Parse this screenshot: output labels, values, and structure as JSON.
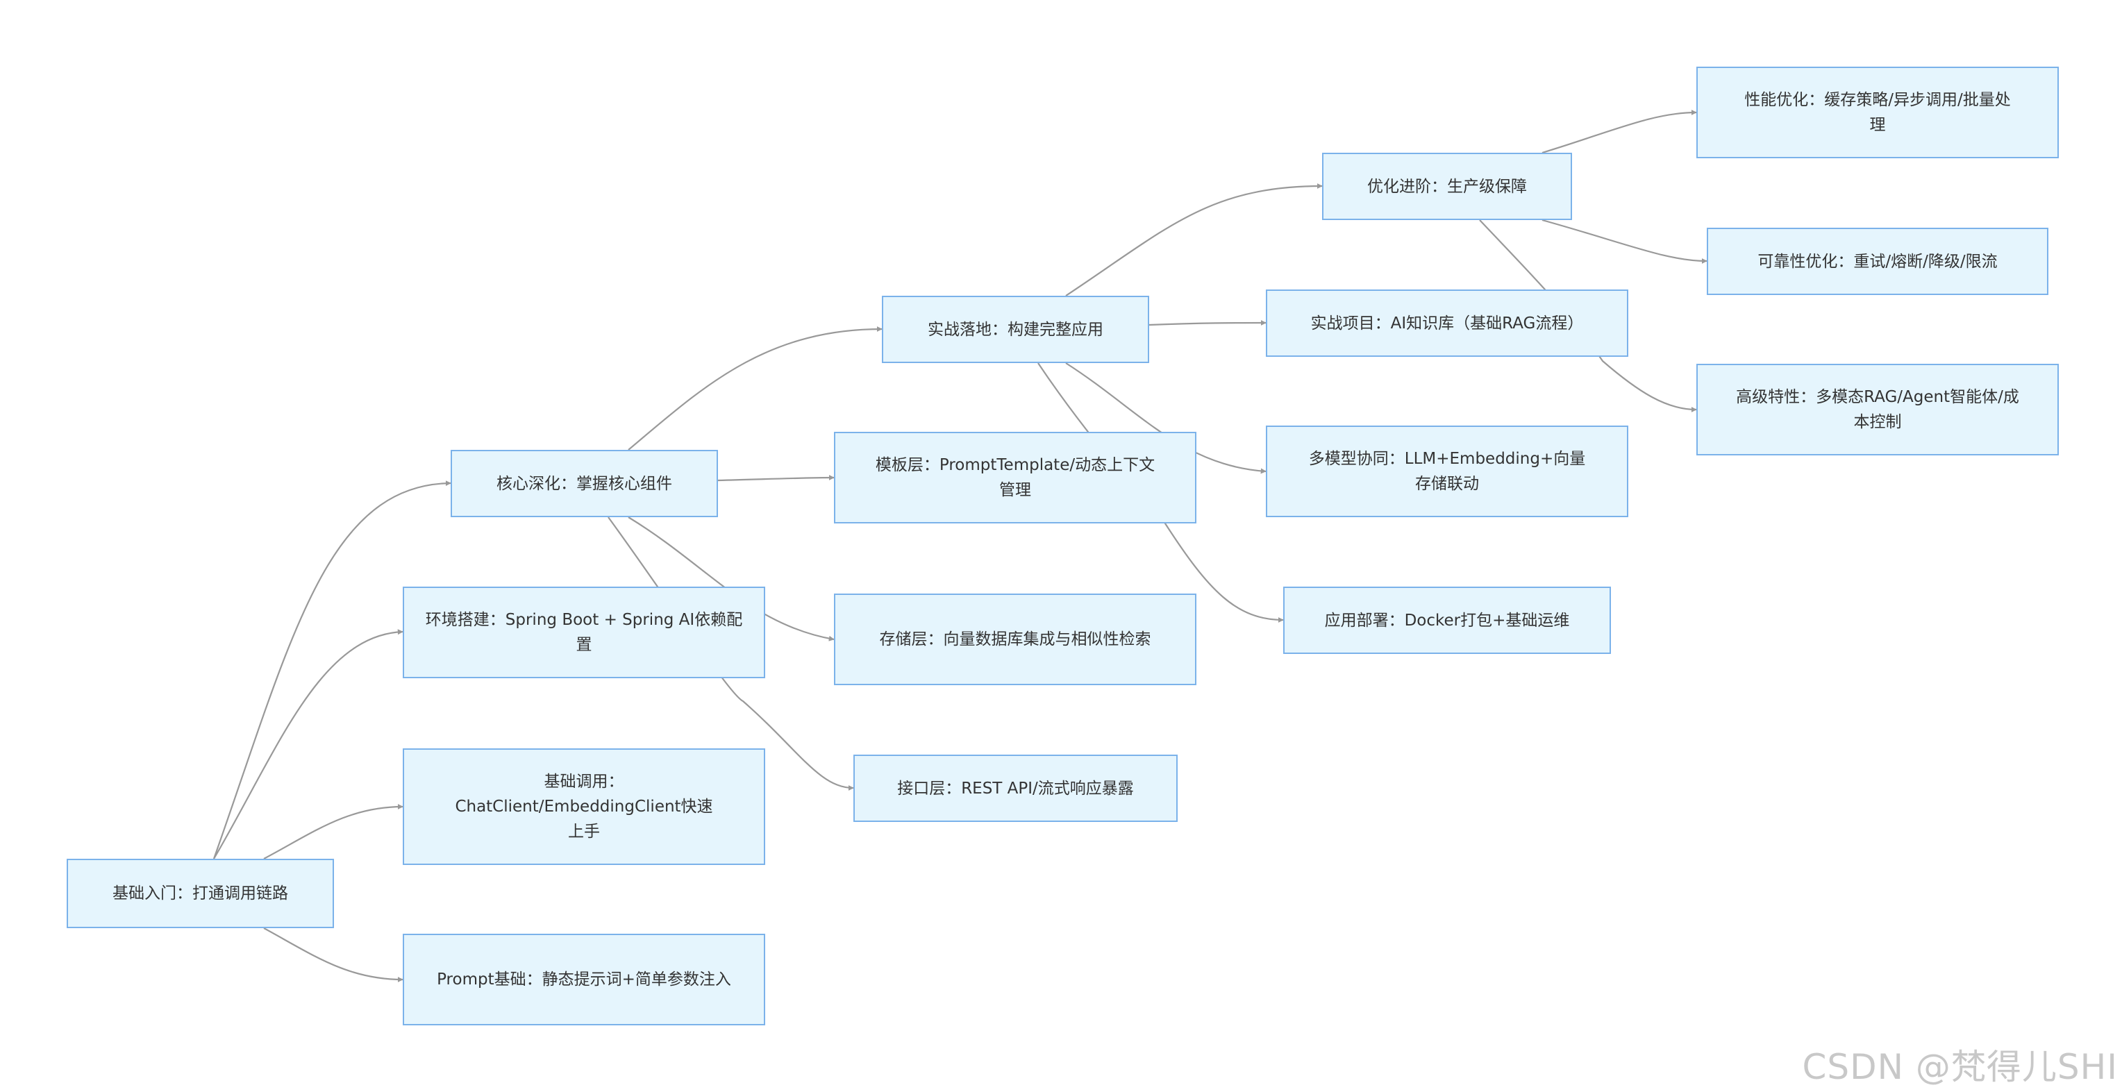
{
  "diagram": {
    "type": "flowchart",
    "direction": "left-to-right",
    "nodes": [
      {
        "id": "basic",
        "label": "基础入门：打通调用链路"
      },
      {
        "id": "env",
        "label": "环境搭建：Spring Boot + Spring AI依赖配置"
      },
      {
        "id": "call",
        "label": "基础调用：ChatClient/EmbeddingClient快速上手"
      },
      {
        "id": "prompt",
        "label": "Prompt基础：静态提示词+简单参数注入"
      },
      {
        "id": "core",
        "label": "核心深化：掌握核心组件"
      },
      {
        "id": "template",
        "label": "模板层：PromptTemplate/动态上下文管理"
      },
      {
        "id": "storage",
        "label": "存储层：向量数据库集成与相似性检索"
      },
      {
        "id": "api",
        "label": "接口层：REST API/流式响应暴露"
      },
      {
        "id": "practice",
        "label": "实战落地：构建完整应用"
      },
      {
        "id": "project",
        "label": "实战项目：AI知识库（基础RAG流程）"
      },
      {
        "id": "multi",
        "label": "多模型协同：LLM+Embedding+向量存储联动"
      },
      {
        "id": "deploy",
        "label": "应用部署：Docker打包+基础运维"
      },
      {
        "id": "optimize",
        "label": "优化进阶：生产级保障"
      },
      {
        "id": "perf",
        "label": "性能优化：缓存策略/异步调用/批量处理"
      },
      {
        "id": "reliab",
        "label": "可靠性优化：重试/熔断/降级/限流"
      },
      {
        "id": "advanced",
        "label": "高级特性：多模态RAG/Agent智能体/成本控制"
      }
    ],
    "edges": [
      {
        "from": "basic",
        "to": "core"
      },
      {
        "from": "basic",
        "to": "env"
      },
      {
        "from": "basic",
        "to": "call"
      },
      {
        "from": "basic",
        "to": "prompt"
      },
      {
        "from": "core",
        "to": "practice"
      },
      {
        "from": "core",
        "to": "template"
      },
      {
        "from": "core",
        "to": "storage"
      },
      {
        "from": "core",
        "to": "api"
      },
      {
        "from": "practice",
        "to": "optimize"
      },
      {
        "from": "practice",
        "to": "project"
      },
      {
        "from": "practice",
        "to": "multi"
      },
      {
        "from": "practice",
        "to": "deploy"
      },
      {
        "from": "optimize",
        "to": "perf"
      },
      {
        "from": "optimize",
        "to": "reliab"
      },
      {
        "from": "optimize",
        "to": "advanced"
      }
    ]
  },
  "colors": {
    "node_fill": "#e5f5fd",
    "node_border": "#7bb2ea",
    "edge": "#999999"
  },
  "watermark": "CSDN @梵得儿SHI"
}
